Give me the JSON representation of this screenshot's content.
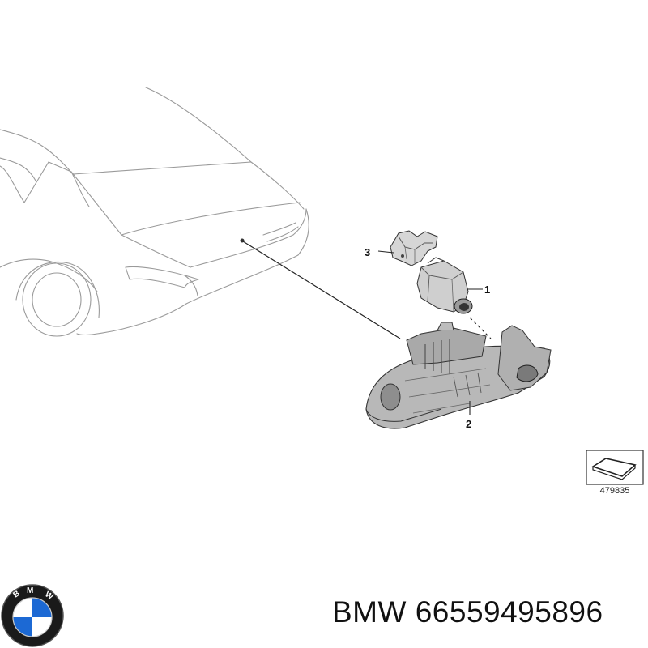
{
  "callouts": {
    "camera": "1",
    "handle": "2",
    "bracket": "3"
  },
  "reference_number": "479835",
  "caption": {
    "brand": "BMW",
    "part_number": "66559495896"
  },
  "logo": {
    "text": "BMW",
    "colors": {
      "blue": "#1c69d4",
      "ring": "#1a1a1a",
      "white": "#ffffff"
    }
  }
}
